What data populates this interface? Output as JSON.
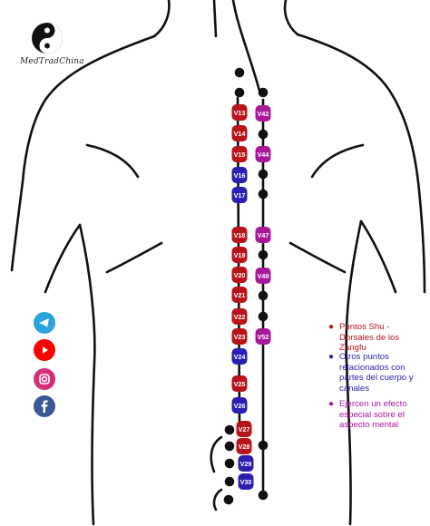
{
  "brand": {
    "name": "MedTradChina"
  },
  "colors": {
    "red": "#b8141a",
    "blue": "#2a1fb0",
    "magenta": "#a8199a",
    "black": "#111111",
    "telegram": "#2aa4dc",
    "youtube": "#ff0000",
    "instagram": "#d42e7a",
    "facebook": "#3b5998"
  },
  "points": {
    "inner": [
      {
        "label": "",
        "type": "black"
      },
      {
        "label": "",
        "type": "black"
      },
      {
        "label": "V13",
        "type": "red"
      },
      {
        "label": "V14",
        "type": "red"
      },
      {
        "label": "V15",
        "type": "red"
      },
      {
        "label": "V16",
        "type": "blue"
      },
      {
        "label": "V17",
        "type": "blue"
      },
      {
        "label": "V18",
        "type": "red"
      },
      {
        "label": "V19",
        "type": "red"
      },
      {
        "label": "V20",
        "type": "red"
      },
      {
        "label": "V21",
        "type": "red"
      },
      {
        "label": "V22",
        "type": "red"
      },
      {
        "label": "V23",
        "type": "red"
      },
      {
        "label": "V24",
        "type": "blue"
      },
      {
        "label": "V25",
        "type": "red"
      },
      {
        "label": "V26",
        "type": "blue"
      },
      {
        "label": "V27",
        "type": "red"
      },
      {
        "label": "V28",
        "type": "red"
      },
      {
        "label": "V29",
        "type": "blue"
      },
      {
        "label": "V30",
        "type": "blue"
      }
    ],
    "outer": [
      {
        "label": "",
        "type": "black"
      },
      {
        "label": "V42",
        "type": "magenta"
      },
      {
        "label": "",
        "type": "black"
      },
      {
        "label": "V44",
        "type": "magenta"
      },
      {
        "label": "",
        "type": "black"
      },
      {
        "label": "",
        "type": "black"
      },
      {
        "label": "V47",
        "type": "magenta"
      },
      {
        "label": "",
        "type": "black"
      },
      {
        "label": "V49",
        "type": "magenta"
      },
      {
        "label": "",
        "type": "black"
      },
      {
        "label": "",
        "type": "black"
      },
      {
        "label": "V52",
        "type": "magenta"
      },
      {
        "label": "",
        "type": "black"
      },
      {
        "label": "",
        "type": "black"
      }
    ],
    "sacral": [
      {
        "label": "",
        "type": "black"
      },
      {
        "label": "",
        "type": "black"
      },
      {
        "label": "",
        "type": "black"
      },
      {
        "label": "",
        "type": "black"
      },
      {
        "label": "",
        "type": "black"
      }
    ]
  },
  "legend": {
    "items": [
      {
        "text": "Puntos Shu - Dorsales de los Zangfu",
        "color": "#b8141a"
      },
      {
        "text": "Otros puntos relacionados con partes del cuerpo y canales",
        "color": "#2a1fb0"
      },
      {
        "text": "Ejercen un efecto especial sobre el aspecto mental",
        "color": "#a8199a"
      }
    ]
  },
  "social": [
    {
      "name": "telegram-icon",
      "color": "#2aa4dc"
    },
    {
      "name": "youtube-icon",
      "color": "#ff0000"
    },
    {
      "name": "instagram-icon",
      "color": "#d42e7a"
    },
    {
      "name": "facebook-icon",
      "color": "#3b5998"
    }
  ]
}
